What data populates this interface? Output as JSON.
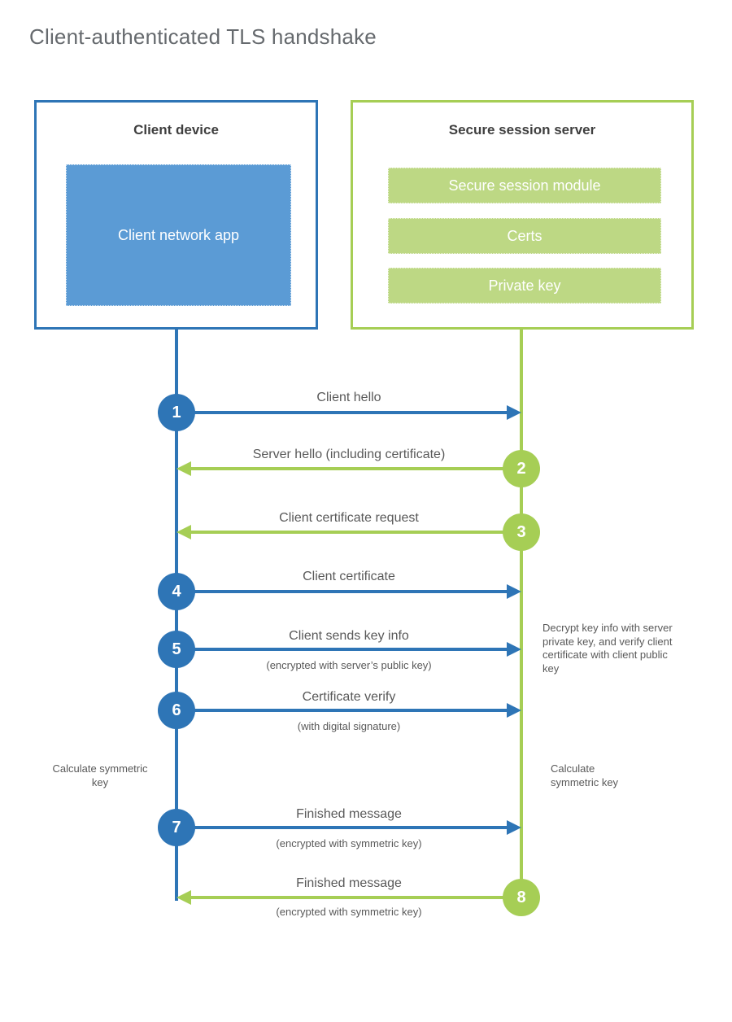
{
  "title": "Client-authenticated TLS handshake",
  "colors": {
    "blue": "#2e75b6",
    "blue_fill": "#5b9bd5",
    "green": "#a6ce55",
    "green_fill": "#bdd884",
    "label_text": "#595959",
    "heading_text": "#3f3f3f"
  },
  "client": {
    "title": "Client device",
    "app_label": "Client network app"
  },
  "server": {
    "title": "Secure session server",
    "modules": {
      "0": "Secure session module",
      "1": "Certs",
      "2": "Private key"
    }
  },
  "messages": {
    "0": {
      "step": "1",
      "label": "Client hello",
      "direction": "right"
    },
    "1": {
      "step": "2",
      "label": "Server hello (including certificate)",
      "direction": "left"
    },
    "2": {
      "step": "3",
      "label": "Client certificate request",
      "direction": "left"
    },
    "3": {
      "step": "4",
      "label": "Client certificate",
      "direction": "right"
    },
    "4": {
      "step": "5",
      "label": "Client sends key info",
      "sublabel": "(encrypted with server’s public key)",
      "direction": "right"
    },
    "5": {
      "step": "6",
      "label": "Certificate verify",
      "sublabel": "(with digital signature)",
      "direction": "right"
    },
    "6": {
      "step": "7",
      "label": "Finished message",
      "sublabel": "(encrypted with symmetric key)",
      "direction": "right"
    },
    "7": {
      "step": "8",
      "label": "Finished message",
      "sublabel": "(encrypted with symmetric key)",
      "direction": "left"
    }
  },
  "annotations": {
    "decrypt_note": "Decrypt key info with server private key, and verify client certificate with client public key",
    "calc_left": "Calculate symmetric key",
    "calc_right": "Calculate symmetric key"
  }
}
